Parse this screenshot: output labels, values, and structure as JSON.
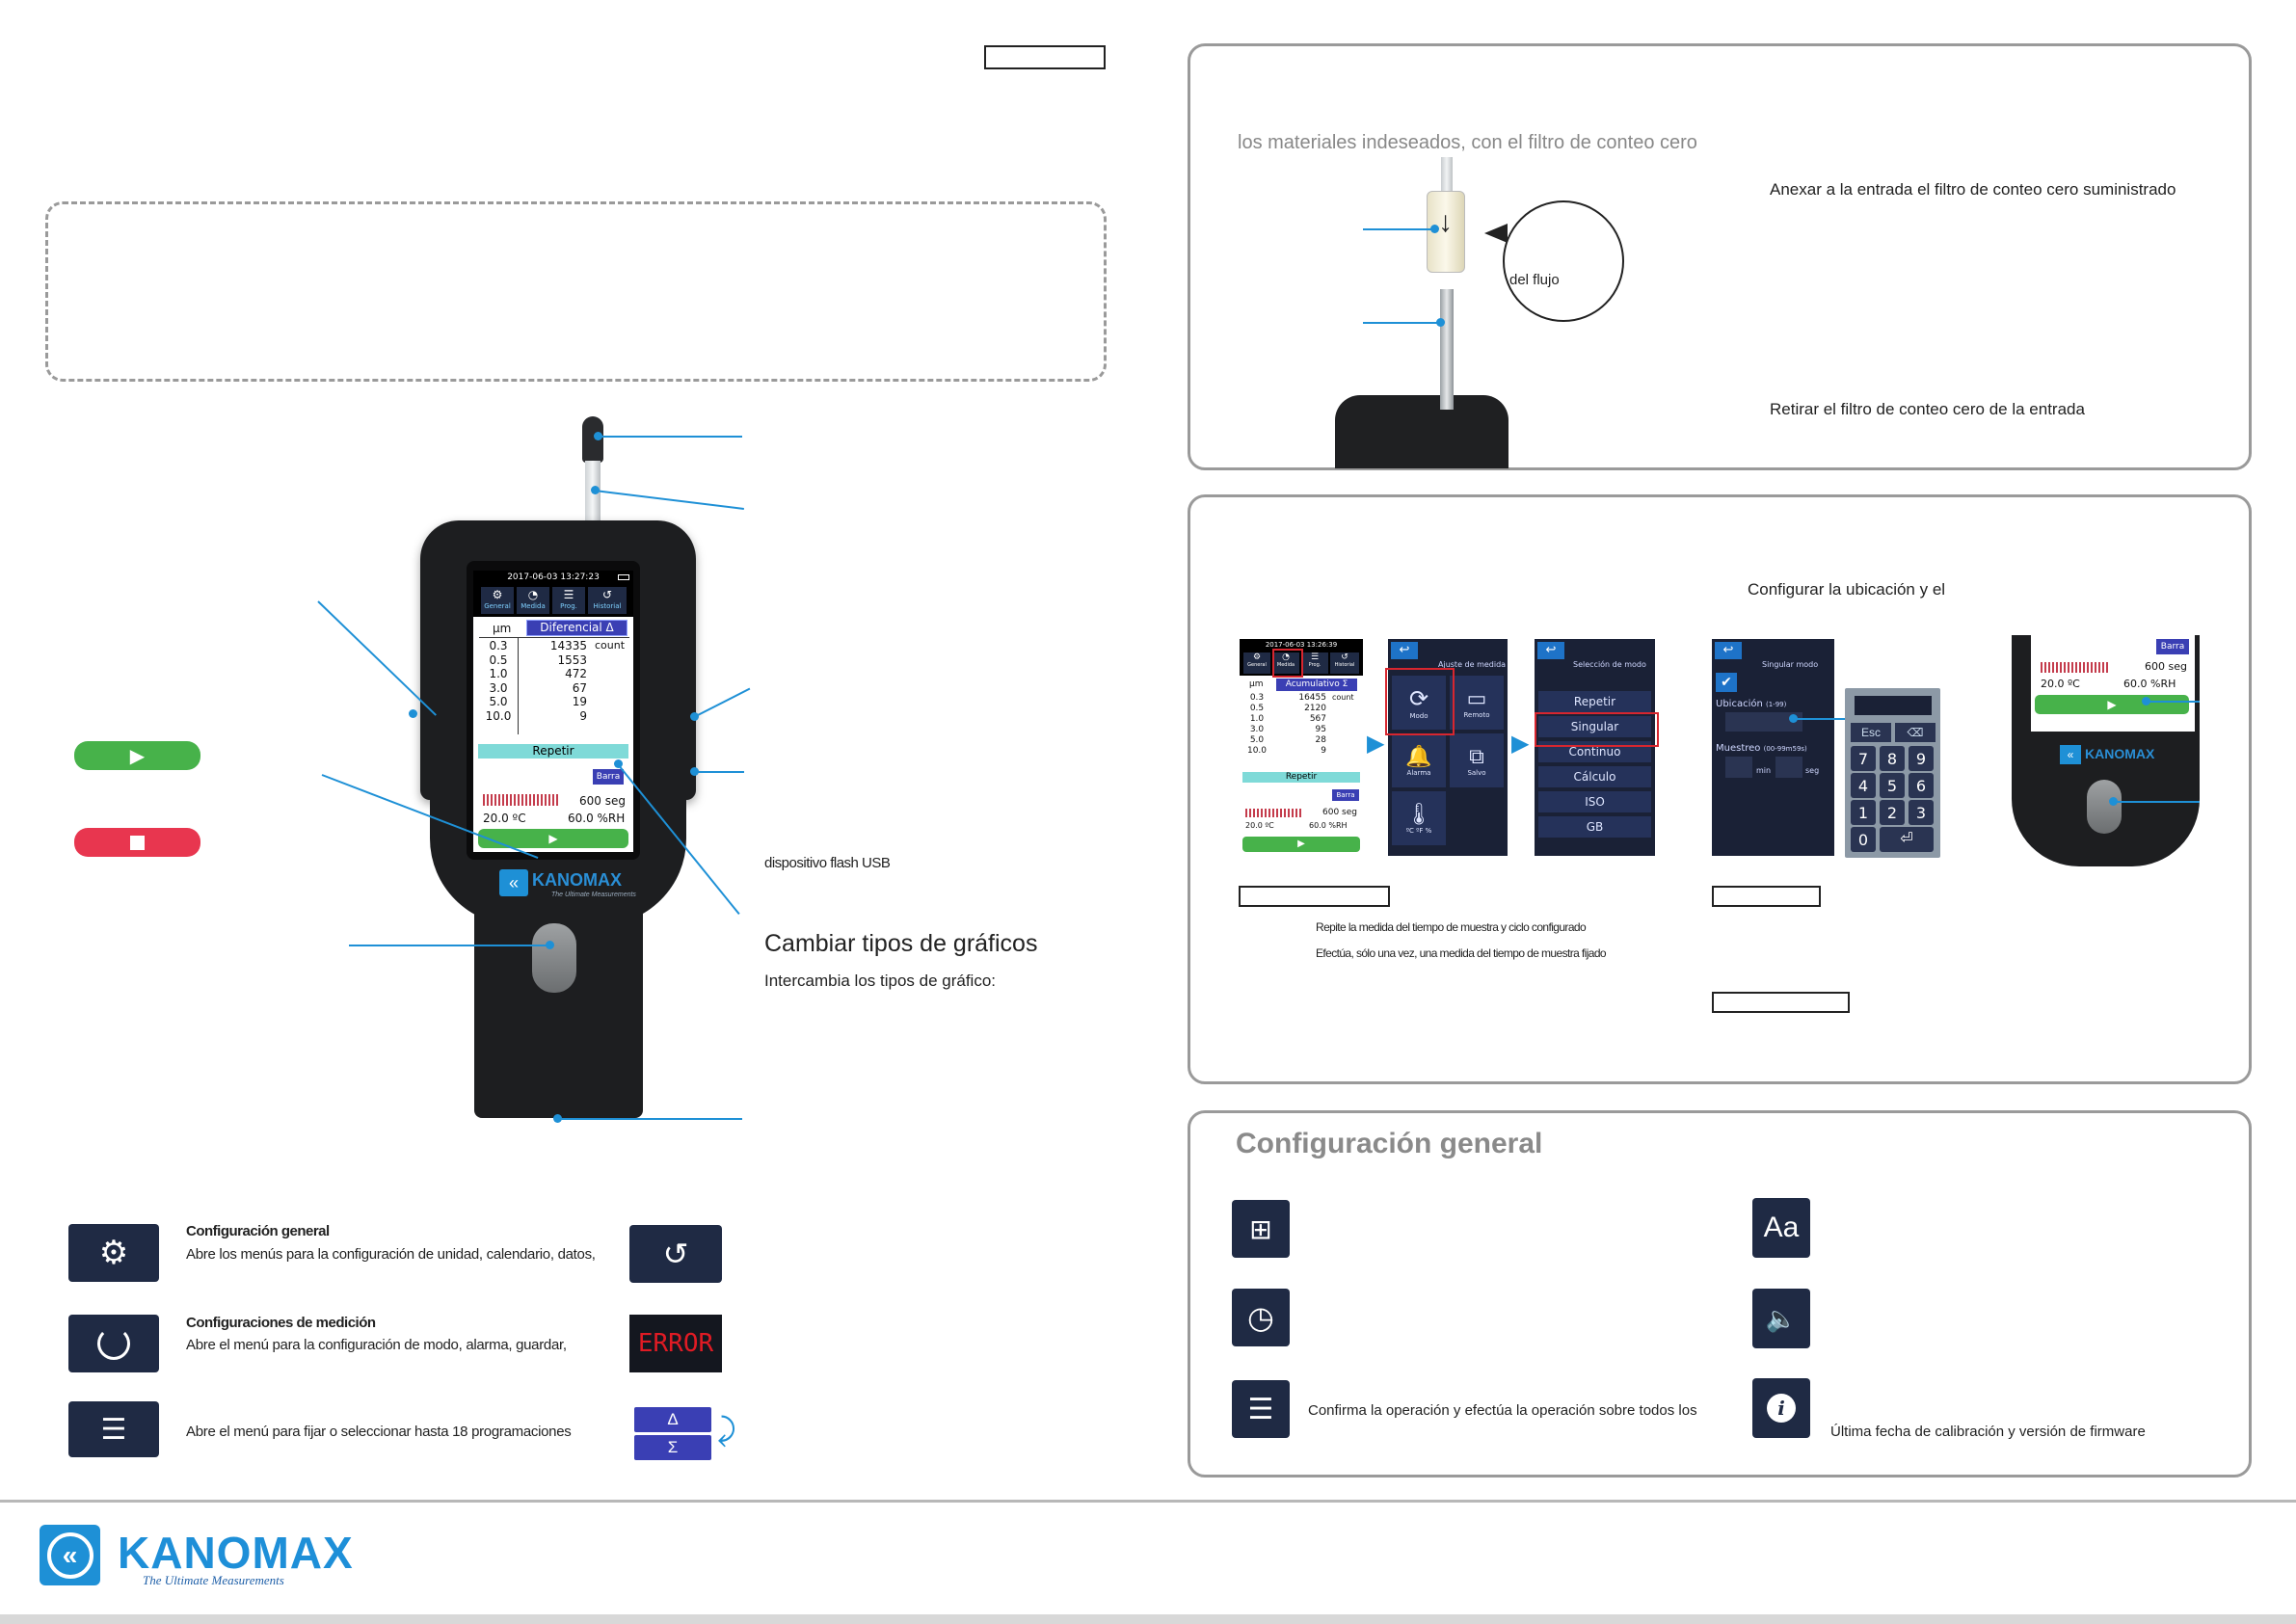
{
  "left": {
    "callouts": {
      "usb": "dispositivo flash USB",
      "chart_title": "Cambiar tipos de gráficos",
      "chart_desc": "Intercambia los tipos de gráfico:"
    },
    "device_screen": {
      "datetime": "2017-06-03 13:27:23",
      "tabs": [
        "General",
        "Medida",
        "Prog.",
        "Historial"
      ],
      "unit": "µm",
      "mode_button": "Diferencial Δ",
      "count_label": "count",
      "sizes": [
        "0.3",
        "0.5",
        "1.0",
        "3.0",
        "5.0",
        "10.0"
      ],
      "counts": [
        "14335",
        "1553",
        "472",
        "67",
        "19",
        "9"
      ],
      "repeat": "Repetir",
      "bar_btn": "Barra",
      "seconds": "600 seg",
      "temp": "20.0 ºC",
      "humidity": "60.0 %RH"
    },
    "brand": "KANOMAX",
    "brand_tag": "The Ultimate Measurements",
    "menu_items": [
      {
        "icon": "gear-icon",
        "title": "Configuración general",
        "desc": "Abre los menús para la configuración de unidad, calendario, datos,"
      },
      {
        "icon": "gauge-icon",
        "title": "Configuraciones de medición",
        "desc": "Abre el menú para la configuración de modo, alarma, guardar,"
      },
      {
        "icon": "sliders-icon",
        "title": "",
        "desc": "Abre el menú para fijar o seleccionar hasta 18 programaciones"
      }
    ],
    "right_icons": {
      "error": "ERROR",
      "delta": "Δ",
      "sigma": "Σ"
    }
  },
  "zero_filter": {
    "subtitle": "los materiales indeseados, con el filtro de conteo cero",
    "bubble": "del flujo",
    "attach": "Anexar a la entrada el filtro de conteo cero suministrado",
    "remove": "Retirar el filtro de conteo cero de la entrada"
  },
  "mode_panel": {
    "config_label": "Configurar la ubicación y el",
    "screen1": {
      "datetime": "2017-06-03 13:26:39",
      "tabs": [
        "General",
        "Medida",
        "Prog.",
        "Historial"
      ],
      "unit": "µm",
      "mode_button": "Acumulativo Σ",
      "count_label": "count",
      "sizes": [
        "0.3",
        "0.5",
        "1.0",
        "3.0",
        "5.0",
        "10.0"
      ],
      "counts": [
        "16455",
        "2120",
        "567",
        "95",
        "28",
        "9"
      ],
      "repeat": "Repetir",
      "bar_btn": "Barra",
      "seconds": "600 seg",
      "temp": "20.0 ºC",
      "humidity": "60.0 %RH"
    },
    "screen2": {
      "title": "Ajuste de medida",
      "items": [
        "Modo",
        "Remoto",
        "Alarma",
        "Salvo",
        "ºC  ºF  %"
      ]
    },
    "screen3": {
      "title": "Selección de modo",
      "items": [
        "Repetir",
        "Singular",
        "Continuo",
        "Cálculo",
        "ISO",
        "GB"
      ]
    },
    "screen4": {
      "title": "Singular modo",
      "location": "Ubicación",
      "location_range": "(1-99)",
      "sample": "Muestreo",
      "sample_range": "(00-99m59s)",
      "min": "min",
      "seg": "seg"
    },
    "keypad": {
      "esc": "Esc",
      "keys": [
        "7",
        "8",
        "9",
        "4",
        "5",
        "6",
        "1",
        "2",
        "3",
        "0"
      ]
    },
    "screen5": {
      "bar_btn": "Barra",
      "seconds": "600 seg",
      "temp": "20.0 ºC",
      "humidity": "60.0 %RH",
      "brand": "KANOMAX"
    },
    "repeat_desc": "Repite la medida del tiempo de muestra y ciclo configurado",
    "single_desc": "Efectúa, sólo una vez, una medida del tiempo de muestra fijado"
  },
  "general": {
    "title": "Configuración general",
    "confirm": "Confirma la operación y efectúa la operación sobre todos los",
    "calibration": "Última fecha de calibración y versión de firmware",
    "font_icon_text": "Aa"
  },
  "footer": {
    "brand": "KANOMAX",
    "tagline": "The Ultimate Measurements"
  },
  "colors": {
    "accent_blue": "#1e90d6",
    "green": "#47b24a",
    "red": "#e8364f",
    "navy": "#1f2a44",
    "highlight_red": "#d7262f"
  }
}
